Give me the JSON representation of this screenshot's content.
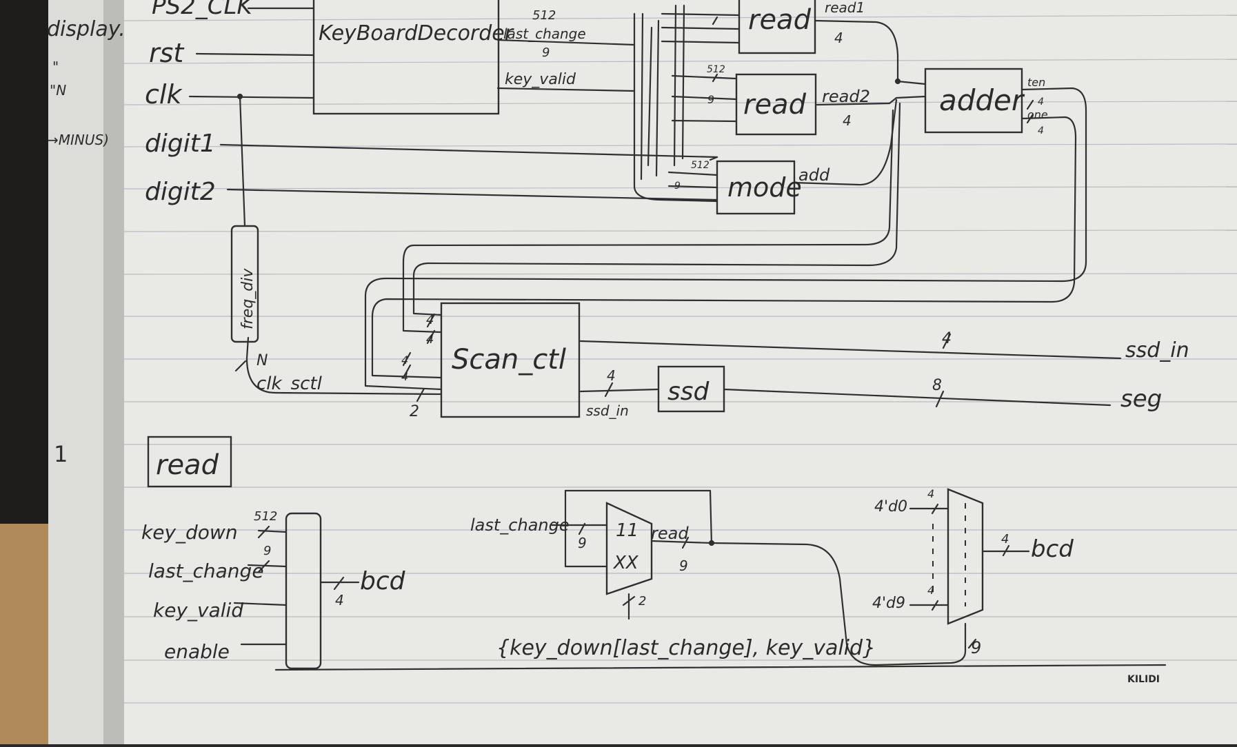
{
  "colors": {
    "paper": "#e9e9e6",
    "rule": "#b9bcc4",
    "ink": "#2f2f2f",
    "desk": "#b08a5a",
    "dark": "#1e1d1c",
    "blue_ink": "#3b4f8a"
  },
  "margin_notes": {
    "display": "display.",
    "quote": "\"",
    "n": "\"N",
    "minus": "→MINUS)",
    "one": "1"
  },
  "signals": {
    "ps2_clk": "PS2_CLK",
    "rst": "rst",
    "clk": "clk",
    "digit1": "digit1",
    "digit2": "digit2",
    "ssd_in_out": "ssd_in",
    "seg": "seg"
  },
  "blocks": {
    "keyboard_decoder": "KeyBoardDecorder",
    "read1": "read",
    "read2": "read",
    "mode": "mode",
    "adder": "adder",
    "freq_div": "freq_div",
    "scan_ctl": "Scan_ctl",
    "ssd": "ssd"
  },
  "wire_labels": {
    "w512_top": "512",
    "last_change": "last_change",
    "w9_top": "9",
    "key_valid": "key_valid",
    "read1_out": "read1",
    "w4_read1": "4",
    "w512_read2": "512",
    "w9_read2": "9",
    "read2_out": "read2",
    "w4_read2": "4",
    "w512_mode": "512",
    "w9_mode": "9",
    "add": "add",
    "ten": "ten",
    "one": "one",
    "w4_ten": "4",
    "w4_one": "4",
    "w4_scan_a": "4",
    "w4_scan_b": "4",
    "w4_scan_c": "4",
    "w4_scan_d": "4",
    "w2_scan": "2",
    "w4_ssdin": "4",
    "w4_scan_ssd": "4",
    "ssd_in_label": "ssd_in",
    "w8_seg": "8",
    "w_n": "N",
    "clk_sctl": "clk_sctl"
  },
  "read_detail": {
    "title": "read",
    "inputs": [
      "key_down",
      "last_change",
      "key_valid",
      "enable"
    ],
    "w512": "512",
    "w9": "9",
    "out": "bcd",
    "w4": "4",
    "mid_last_change": "last_change",
    "mid_w9": "9",
    "mux_top": "11",
    "mux_bot": "XX",
    "mid_read": "read",
    "mid_w9_b": "9",
    "mid_w2": "2",
    "concat": "{key_down[last_change], key_valid}",
    "right_in_top": "4'd0",
    "right_in_bot": "4'd9",
    "right_w4_top": "4",
    "right_w4_bot": "4",
    "right_out_w4": "4",
    "right_out": "bcd",
    "right_sel_w9": "9"
  },
  "brand": "KILIDI"
}
